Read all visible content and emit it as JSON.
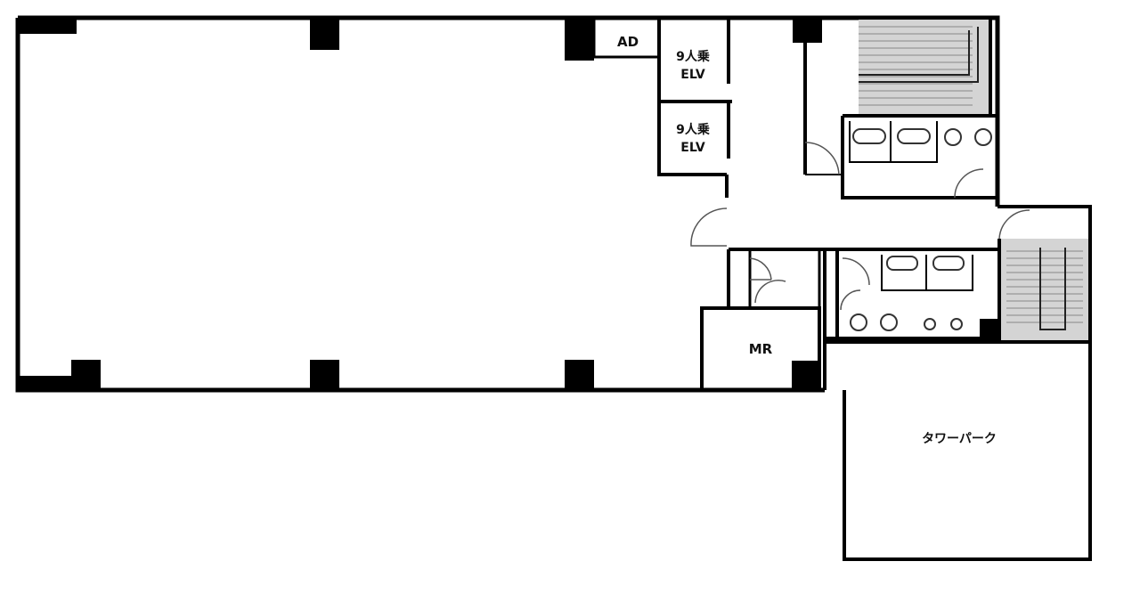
{
  "labels": {
    "ad": "AD",
    "elevator_1_line1": "9人乗",
    "elevator_1_line2": "ELV",
    "elevator_2_line1": "9人乗",
    "elevator_2_line2": "ELV",
    "machine_room": "MR",
    "tower_parking": "タワーパーク"
  }
}
